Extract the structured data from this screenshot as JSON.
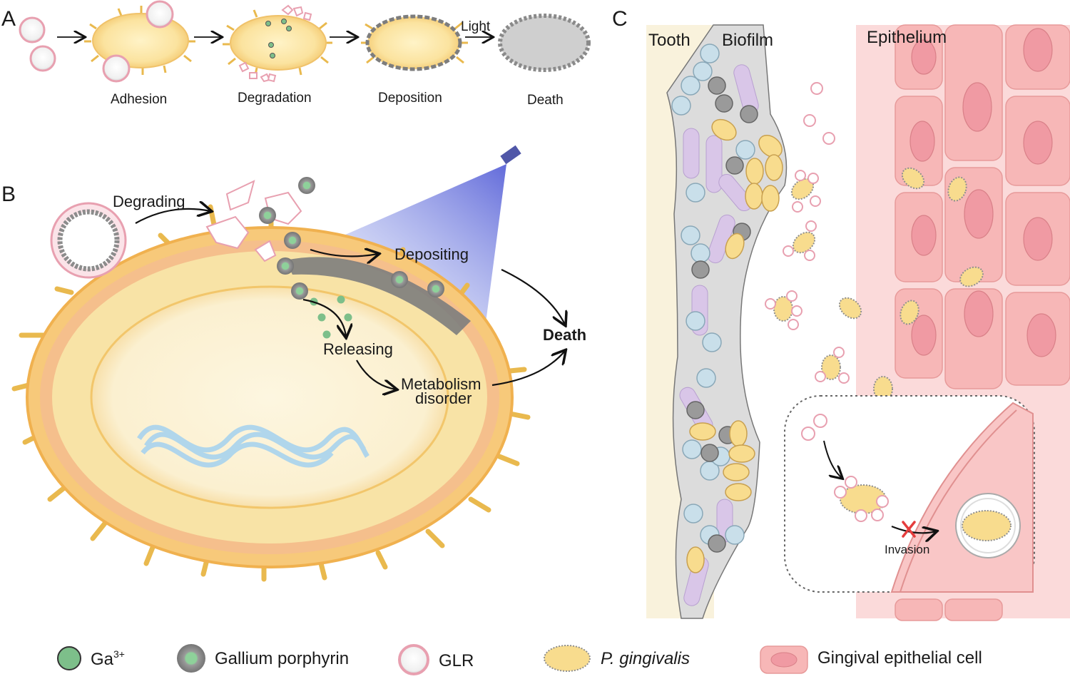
{
  "panels": {
    "a": "A",
    "b": "B",
    "c": "C"
  },
  "panel_a": {
    "steps": [
      "Adhesion",
      "Degradation",
      "Deposition",
      "Death"
    ],
    "arrow_label": "Light"
  },
  "panel_b": {
    "degrading": "Degrading",
    "depositing": "Depositing",
    "releasing": "Releasing",
    "metabolism_line1": "Metabolism",
    "metabolism_line2": "disorder",
    "death": "Death"
  },
  "panel_c": {
    "tooth": "Tooth",
    "biofilm": "Biofilm",
    "epithelium": "Epithelium",
    "invasion": "Invasion"
  },
  "legend": {
    "ga_base": "Ga",
    "ga_sup": "3+",
    "gallium_porphyrin": "Gallium porphyrin",
    "glr": "GLR",
    "pg": "P. gingivalis",
    "epithelial": "Gingival epithelial cell"
  },
  "colors": {
    "bacteria_fill": "#f8dc8e",
    "bacteria_stroke": "#e9b94e",
    "glr_stroke": "#e8a0b0",
    "ga_green": "#7dbf8a",
    "porphyrin_grey": "#8c8c8c",
    "epithelium_pink": "#f7b7b7",
    "nucleus_pink": "#f09aa3",
    "light_blue": "#5a63d8"
  }
}
